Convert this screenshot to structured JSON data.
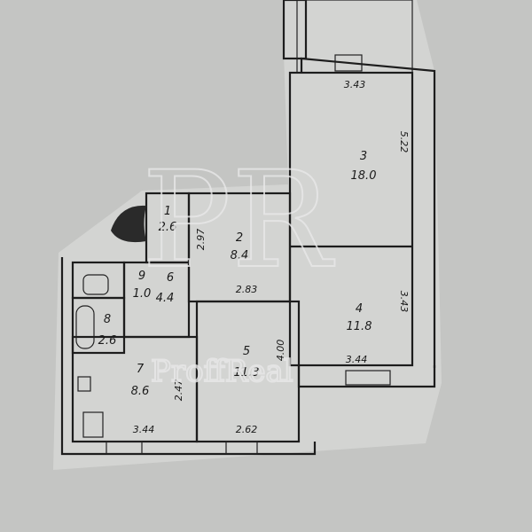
{
  "plan": {
    "rooms": [
      {
        "number": "1",
        "area": "2.6"
      },
      {
        "number": "2",
        "area": "8.4"
      },
      {
        "number": "3",
        "area": "18.0"
      },
      {
        "number": "4",
        "area": "11.8"
      },
      {
        "number": "5",
        "area": "11.3"
      },
      {
        "number": "6",
        "area": "4.4"
      },
      {
        "number": "7",
        "area": "8.6"
      },
      {
        "number": "8",
        "area": "2.6"
      },
      {
        "number": "9",
        "area": "1.0"
      }
    ],
    "dimensions": {
      "room3_top": "3.43",
      "room3_side": "5.22",
      "room4_side": "3.43",
      "room4_bottom": "3.44",
      "room2_side": "2.97",
      "room2_bottom": "2.83",
      "room5_side": "4.00",
      "room5_bottom": "2.62",
      "room7_side": "2.47",
      "room7_bottom": "3.44"
    }
  },
  "watermark": {
    "monogram": "PR",
    "text": "ProffReal"
  },
  "colors": {
    "paper": "#d3d4d2",
    "ink": "#1d1d1d",
    "background": "#c4c5c3"
  }
}
